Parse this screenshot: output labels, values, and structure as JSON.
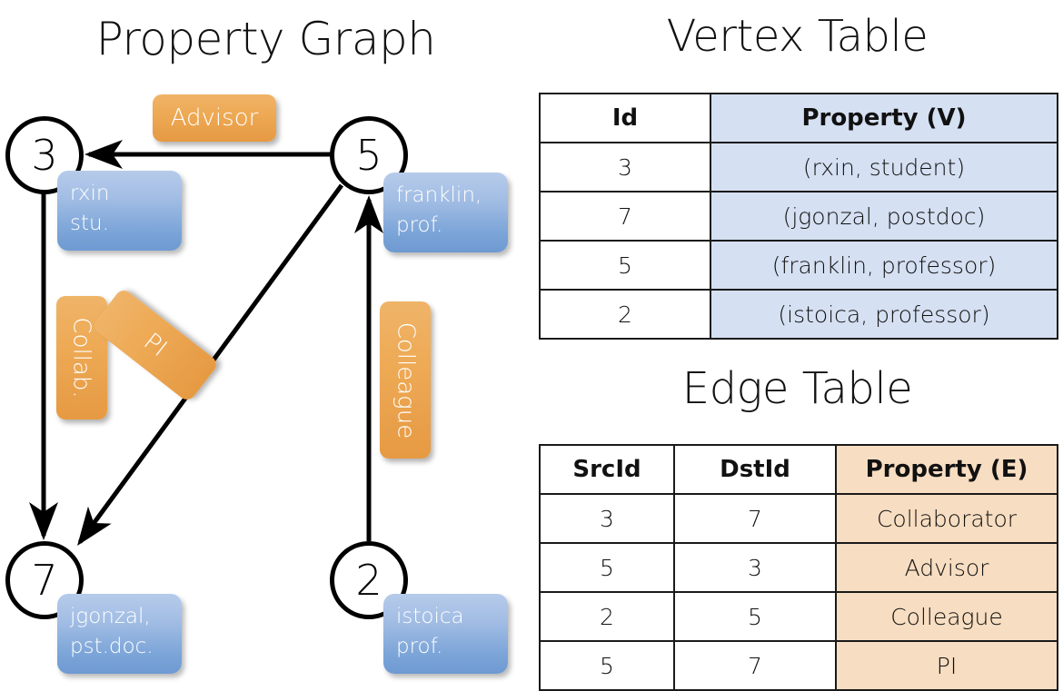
{
  "titles": {
    "property_graph": "Property Graph",
    "vertex_table": "Vertex Table",
    "edge_table": "Edge Table"
  },
  "graph": {
    "nodes": [
      {
        "id": "3",
        "property_lines": "rxin\nstu."
      },
      {
        "id": "5",
        "property_lines": "franklin,\nprof."
      },
      {
        "id": "7",
        "property_lines": "jgonzal,\npst.doc."
      },
      {
        "id": "2",
        "property_lines": "istoica\nprof."
      }
    ],
    "edge_labels": [
      {
        "name": "advisor",
        "text": "Advisor"
      },
      {
        "name": "collab",
        "text": "Collab."
      },
      {
        "name": "pi",
        "text": "PI"
      },
      {
        "name": "colleague",
        "text": "Colleague"
      }
    ]
  },
  "vertex_table": {
    "headers": [
      "Id",
      "Property (V)"
    ],
    "rows": [
      {
        "id": "3",
        "property": "(rxin, student)"
      },
      {
        "id": "7",
        "property": "(jgonzal, postdoc)"
      },
      {
        "id": "5",
        "property": "(franklin, professor)"
      },
      {
        "id": "2",
        "property": "(istoica, professor)"
      }
    ]
  },
  "edge_table": {
    "headers": [
      "SrcId",
      "DstId",
      "Property (E)"
    ],
    "rows": [
      {
        "src": "3",
        "dst": "7",
        "property": "Collaborator"
      },
      {
        "src": "5",
        "dst": "3",
        "property": "Advisor"
      },
      {
        "src": "2",
        "dst": "5",
        "property": "Colleague"
      },
      {
        "src": "5",
        "dst": "7",
        "property": "PI"
      }
    ]
  },
  "colors": {
    "vertex_property_fill": "#d5e0f2",
    "edge_property_fill": "#f7ddc1",
    "node_property_box": "#7ca5d8",
    "edge_label_box": "#e9a04b",
    "stroke": "#000000"
  }
}
